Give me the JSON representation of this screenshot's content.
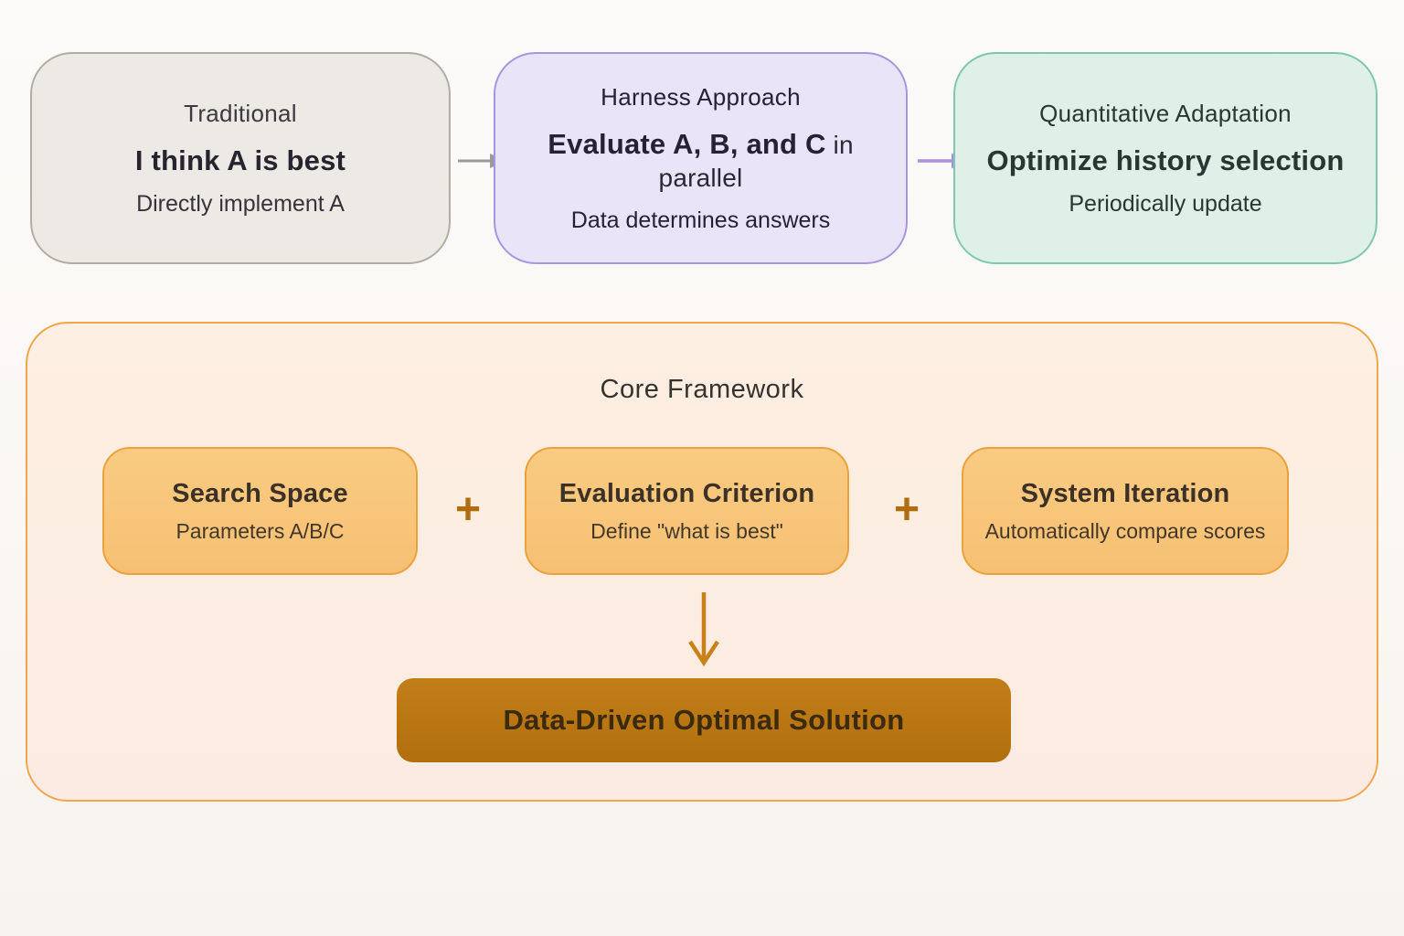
{
  "top_row": [
    {
      "title": "Traditional",
      "headline": "I think A is best",
      "headline_suffix": "",
      "subtitle": "Directly implement A"
    },
    {
      "title": "Harness Approach",
      "headline": "Evaluate A, B, and C",
      "headline_suffix": " in parallel",
      "subtitle": "Data determines answers"
    },
    {
      "title": "Quantitative Adaptation",
      "headline": "Optimize history selection",
      "headline_suffix": "",
      "subtitle": "Periodically update"
    }
  ],
  "core": {
    "title": "Core Framework",
    "items": [
      {
        "title": "Search Space",
        "subtitle": "Parameters A/B/C"
      },
      {
        "title": "Evaluation Criterion",
        "subtitle": "Define \"what is best\""
      },
      {
        "title": "System Iteration",
        "subtitle": "Automatically compare scores"
      }
    ],
    "plus_symbol": "+",
    "solution_label": "Data-Driven Optimal Solution"
  },
  "colors": {
    "card_gray_bg": "#edeae5",
    "card_gray_border": "#b2aca2",
    "card_purple_bg": "#eae4f8",
    "card_purple_border": "#a796de",
    "card_teal_bg": "#def0e8",
    "card_teal_border": "#7ec7b1",
    "core_bg": "#fdefe1",
    "core_border": "#f1a64d",
    "mini_bg": "#f8c77c",
    "mini_border": "#eba23d",
    "plus": "#b06d0d",
    "arrow_gray": "#9b9b9b",
    "arrow_purple": "#a98fdc",
    "arrow_down": "#c9821a",
    "solution_bg": "#ba7613",
    "solution_text": "#3a2a0e"
  }
}
